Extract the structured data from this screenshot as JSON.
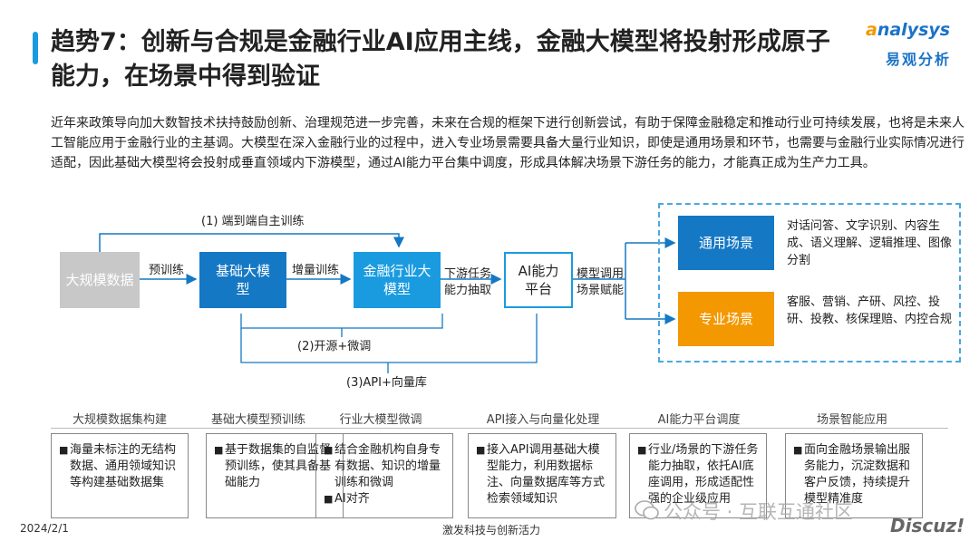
{
  "header": {
    "title": "趋势7：创新与合规是金融行业AI应用主线，金融大模型将投射形成原子能力，在场景中得到验证",
    "logo_en_o": "a",
    "logo_en_rest": "nalysys",
    "logo_cn": "易观分析"
  },
  "intro": "近年来政策导向加大数智技术扶持鼓励创新、治理规范进一步完善，未来在合规的框架下进行创新尝试，有助于保障金融稳定和推动行业可持续发展，也将是未来人工智能应用于金融行业的主基调。大模型在深入金融行业的过程中，进入专业场景需要具备大量行业知识，即使是通用场景和环节，也需要与金融行业实际情况进行适配，因此基础大模型将会投射成垂直领域内下游模型，通过AI能力平台集中调度，形成具体解决场景下游任务的能力，才能真正成为生产力工具。",
  "diagram": {
    "data_box": "大规模数据",
    "base_model": "基础大模型",
    "fin_model": "金融行业大模型",
    "platform": "AI能力平台",
    "general_scene": "通用场景",
    "pro_scene": "专业场景",
    "label_pretrain": "预训练",
    "label_incremental": "增量训练",
    "label_downstream": "下游任务能力抽取",
    "label_model_call": "模型调用场景赋能",
    "label_e2e": "(1) 端到端自主训练",
    "label_opensource": "(2)开源+微调",
    "label_api": "(3)API+向量库",
    "general_desc": "对话问答、文字识别、内容生成、语义理解、逻辑推理、图像分割",
    "pro_desc": "客服、营销、产研、风控、投研、投教、核保理赔、内控合规"
  },
  "stages": [
    {
      "title": "大规模数据集构建",
      "text": "海量未标注的无结构数据、通用领域知识等构建基础数据集"
    },
    {
      "title": "基础大模型预训练",
      "text": "基于数据集的自监督预训练，使其具备基础能力"
    },
    {
      "title": "行业大模型微调",
      "text": "结合金融机构自身专有数据、知识的增量训练和微调",
      "text2": "AI对齐"
    },
    {
      "title": "API接入与向量化处理",
      "text": "接入API调用基础大模型能力，利用数据标注、向量数据库等方式检索领域知识"
    },
    {
      "title": "AI能力平台调度",
      "text": "行业/场景的下游任务能力抽取，依托AI底座调用，形成适配性强的企业级应用"
    },
    {
      "title": "场景智能应用",
      "text": "面向金融场景输出服务能力，沉淀数据和客户反馈，持续提升模型精准度"
    }
  ],
  "footer": {
    "date": "2024/2/1",
    "slogan": "激发科技与创新活力",
    "watermark": "公众号 · 互联互通社区",
    "discuz": "Discuz!"
  },
  "colors": {
    "accent_blue": "#1578c4",
    "light_blue": "#1a9be0",
    "orange": "#f39800",
    "gray": "#c8c8c8"
  }
}
